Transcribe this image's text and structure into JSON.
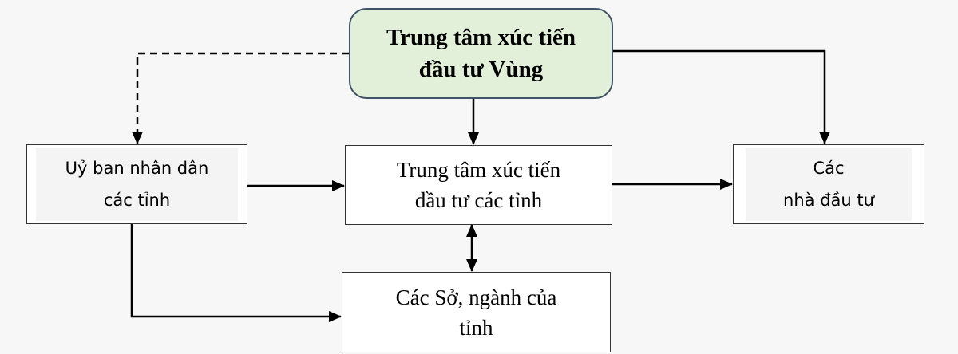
{
  "nodes": {
    "regional_center": {
      "line1": "Trung tâm xúc tiến",
      "line2": "đầu tư Vùng"
    },
    "provincial_committee": {
      "line1": "Uỷ ban nhân dân",
      "line2": "các tỉnh"
    },
    "provincial_center": {
      "line1": "Trung tâm xúc tiến",
      "line2": "đầu tư các tỉnh"
    },
    "investors": {
      "line1": "Các",
      "line2": "nhà đầu tư"
    },
    "departments": {
      "line1": "Các Sở, ngành của",
      "line2": "tỉnh"
    }
  },
  "colors": {
    "regional_fill": "#e2efd9",
    "regional_border": "#3f5466",
    "background": "#f7f7f7"
  }
}
